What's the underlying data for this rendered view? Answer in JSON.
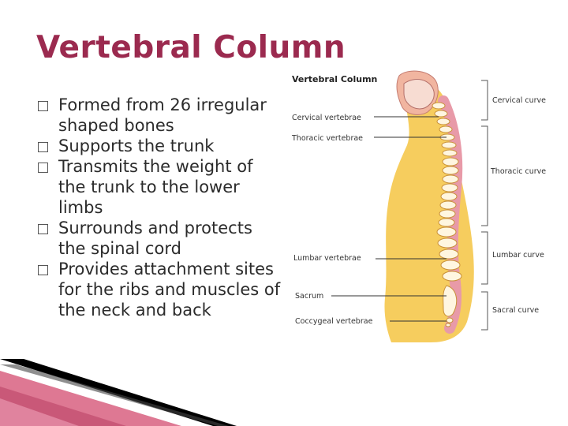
{
  "slide": {
    "title": "Vertebral Column",
    "bullets": [
      {
        "text": "Formed from 26 irregular shaped bones"
      },
      {
        "text": "Supports the trunk"
      },
      {
        "text": "Transmits the weight of the trunk to the lower limbs"
      },
      {
        "text": "Surrounds and protects the spinal cord"
      },
      {
        "text": "Provides attachment sites for the ribs and muscles of the neck and back"
      }
    ]
  },
  "figure": {
    "heading": "Vertebral Column",
    "left_labels": [
      "Cervical vertebrae",
      "Thoracic vertebrae",
      "Lumbar vertebrae",
      "Sacrum",
      "Coccygeal vertebrae"
    ],
    "right_labels": [
      "Cervical curve",
      "Thoracic curve",
      "Lumbar curve",
      "Sacral curve"
    ]
  },
  "colors": {
    "title": "#9b2a4f",
    "body_skin": "#f5c84c",
    "accent_pink": "#d86080"
  }
}
